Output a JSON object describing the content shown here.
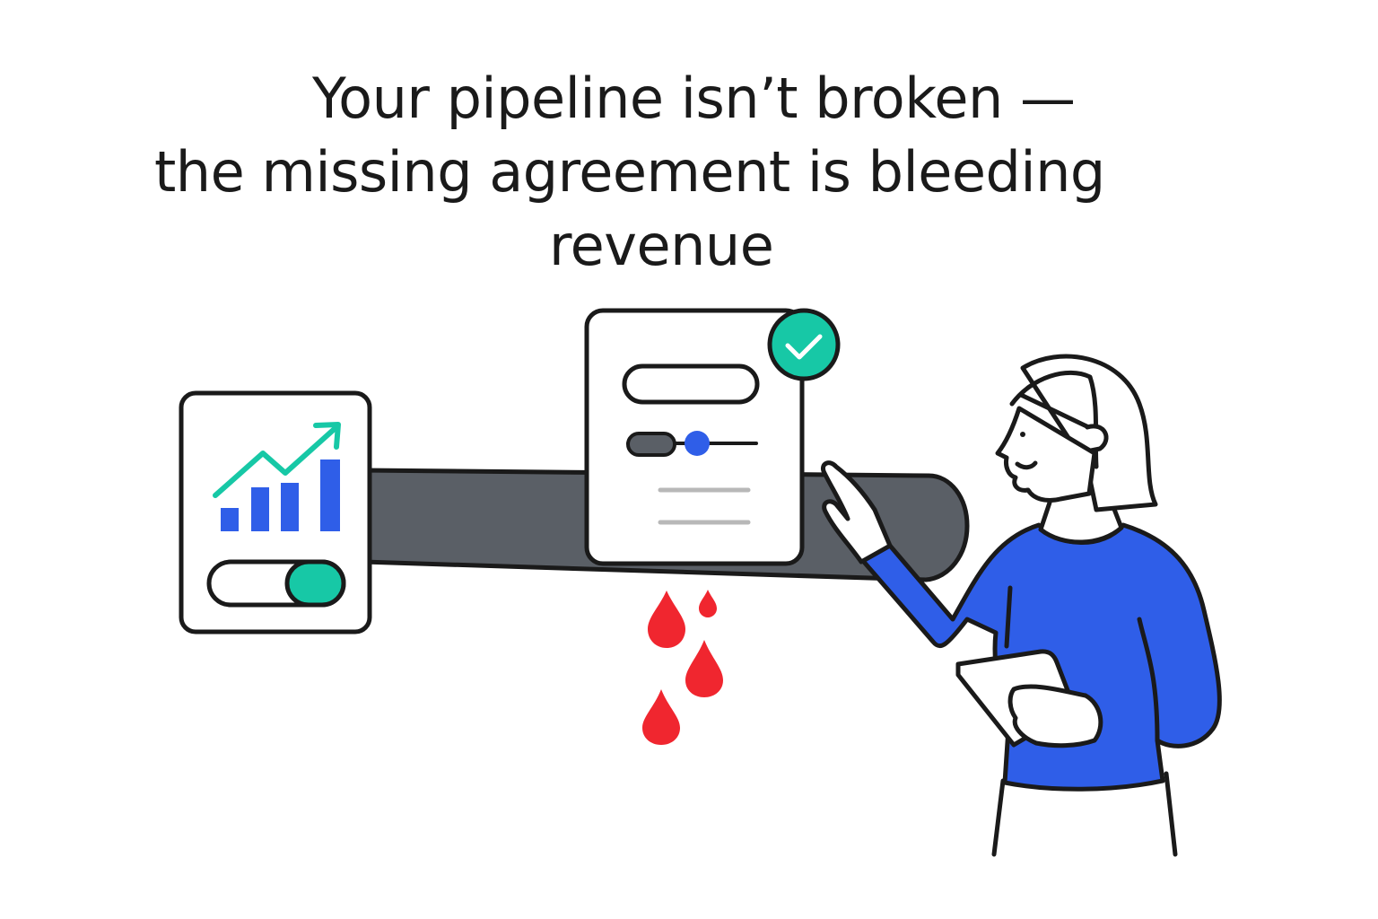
{
  "headline": {
    "line1": "Your pipeline isn’t broken —",
    "line2": "the missing agreement is bleeding",
    "line3": "revenue"
  },
  "colors": {
    "ink": "#1a1a1a",
    "pipe": "#5a5f66",
    "brand_blue": "#2f5ee8",
    "accent_teal": "#17c8a6",
    "leak_red": "#f0262f",
    "muted_line": "#b8b8b8",
    "skin": "#ffffff"
  },
  "illustration": {
    "dashboard_card": {
      "chart_icon": "trend-up-arrow-icon",
      "bars_icon": "bar-chart-icon",
      "toggle_state": "on"
    },
    "agreement_card": {
      "badge_icon": "checkmark-icon",
      "slider_state": "partial"
    },
    "leak_icon": "blood-drop-icon",
    "person": {
      "holds": "tablet",
      "gesture": "pointing-at-pipe"
    }
  }
}
